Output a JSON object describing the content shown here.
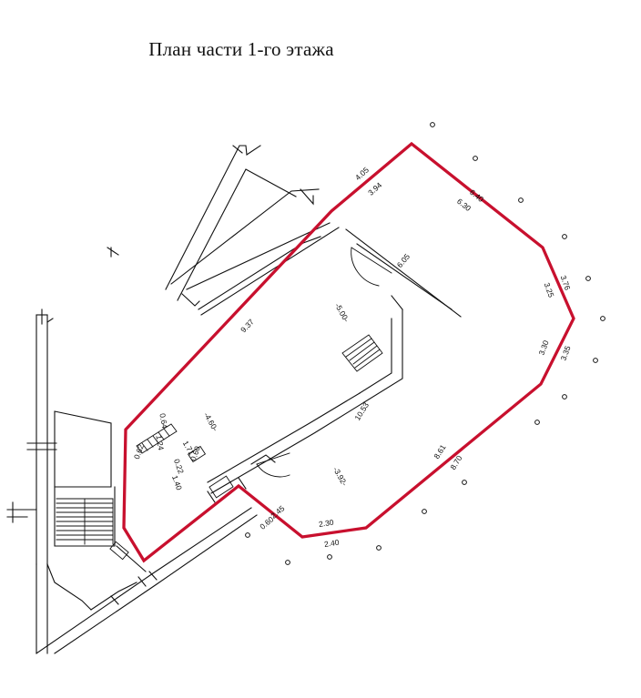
{
  "title": "План части 1-го этажа",
  "colors": {
    "outline": "#c8102e",
    "walls": "#111111",
    "background": "#ffffff"
  },
  "dimensions": {
    "d_4_05": "4.05",
    "d_3_94": "3.94",
    "d_6_40": "6.40",
    "d_6_30": "6.30",
    "d_6_05": "6.05",
    "d_3_25": "3.25",
    "d_3_76": "3.76",
    "d_3_30": "3.30",
    "d_3_35": "3.35",
    "d_9_37": "9.37",
    "d_5_00": "-5.00-",
    "d_10_53": "10.53",
    "d_4_60": "-4.60-",
    "d_0_64": "0.64",
    "d_1_24": "1.24",
    "d_0_62": "0.62",
    "d_1_71": "1.71",
    "d_0_22": "0.22",
    "d_1_40": "1.40",
    "d_0_60": "0.60",
    "d_3_92": "-3.92-",
    "d_8_61": "8.61",
    "d_8_70": "8.70",
    "d_2_45": "2.45",
    "d_0_60b": "0.60",
    "d_2_30": "2.30",
    "d_2_40": "2.40"
  }
}
